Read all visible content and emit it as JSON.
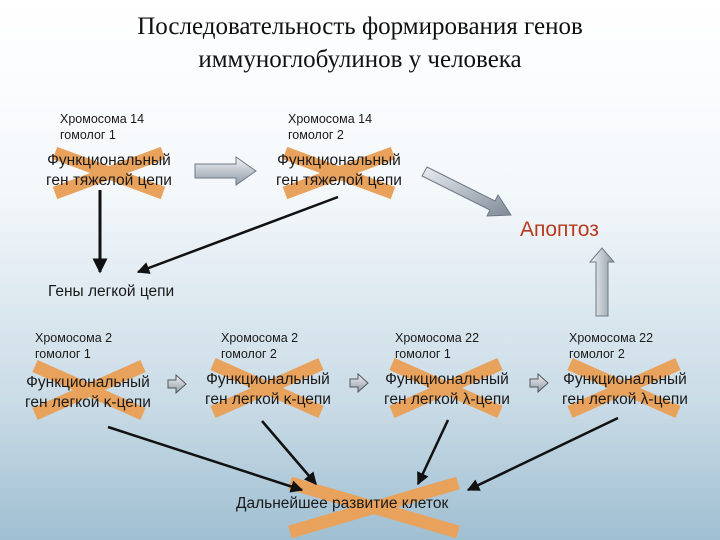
{
  "title": {
    "line1": "Последовательность формирования генов",
    "line2": "иммуноглобулинов у человека"
  },
  "heavy_chain": {
    "chrom1": {
      "name": "Хромосома 14",
      "homolog": "гомолог 1",
      "gene_line1": "Функциональный",
      "gene_line2": "ген тяжелой цепи"
    },
    "chrom2": {
      "name": "Хромосома 14",
      "homolog": "гомолог 2",
      "gene_line1": "Функциональный",
      "gene_line2": "ген тяжелой цепи"
    }
  },
  "apoptosis_label": "Апоптоз",
  "light_chain_label": "Гены легкой цепи",
  "light_chain": [
    {
      "name": "Хромосома 2",
      "homolog": "гомолог 1",
      "gene_line1": "Функциональный",
      "gene_line2": "ген легкой κ-цепи"
    },
    {
      "name": "Хромосома 2",
      "homolog": "гомолог 2",
      "gene_line1": "Функциональный",
      "gene_line2": "ген легкой κ-цепи"
    },
    {
      "name": "Хромосома 22",
      "homolog": "гомолог 1",
      "gene_line1": "Функциональный",
      "gene_line2": "ген легкой λ-цепи"
    },
    {
      "name": "Хромосома 22",
      "homolog": "гомолог 2",
      "gene_line1": "Функциональный",
      "gene_line2": "ген легкой λ-цепи"
    }
  ],
  "further_development_label": "Дальнейшее развитие клеток",
  "colors": {
    "cross": "#e8a25c",
    "cross_edge": "#c9803b",
    "arrow_black": "#111111",
    "arrow_gray_light": "#f2f4f6",
    "arrow_gray_dark": "#8f9aa5",
    "apoptosis_text": "#b83a1e"
  }
}
